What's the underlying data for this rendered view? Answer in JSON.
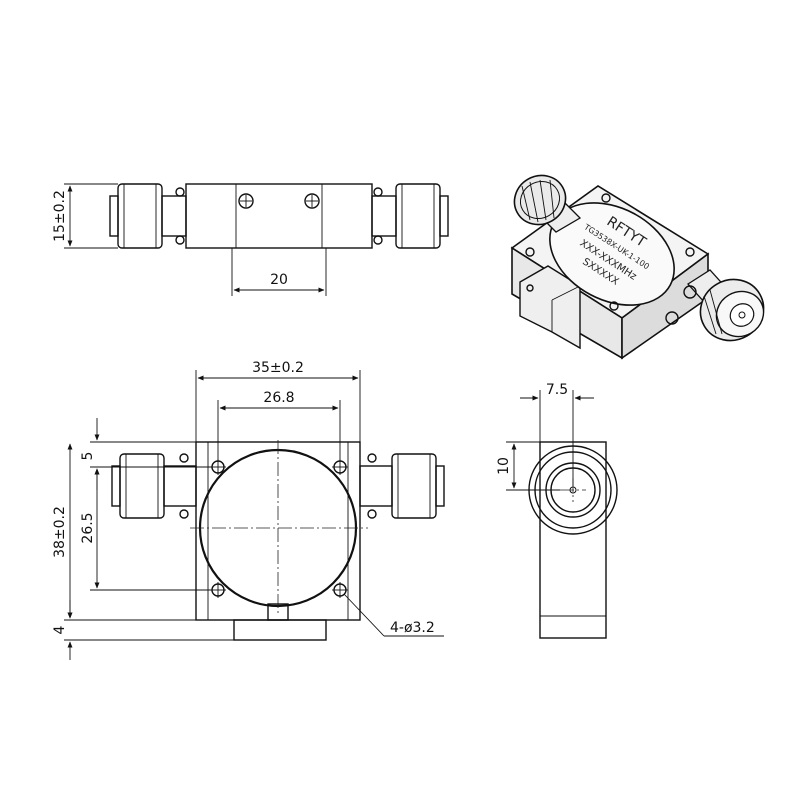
{
  "dimensions": {
    "height_side": "15±0.2",
    "width_side": "20",
    "width_top": "35±0.2",
    "hole_spacing_x": "26.8",
    "hole_offset_y": "5",
    "hole_spacing_y": "26.5",
    "height_top": "38±0.2",
    "base_offset": "4",
    "hole_callout": "4-ø3.2",
    "connector_offset": "7.5",
    "connector_height": "10"
  },
  "product_label": {
    "brand": "RFTYT",
    "model": "TG3538X-UK-1-100",
    "frequency": "XXX-XXXMHz",
    "serial": "SXXXXX"
  }
}
